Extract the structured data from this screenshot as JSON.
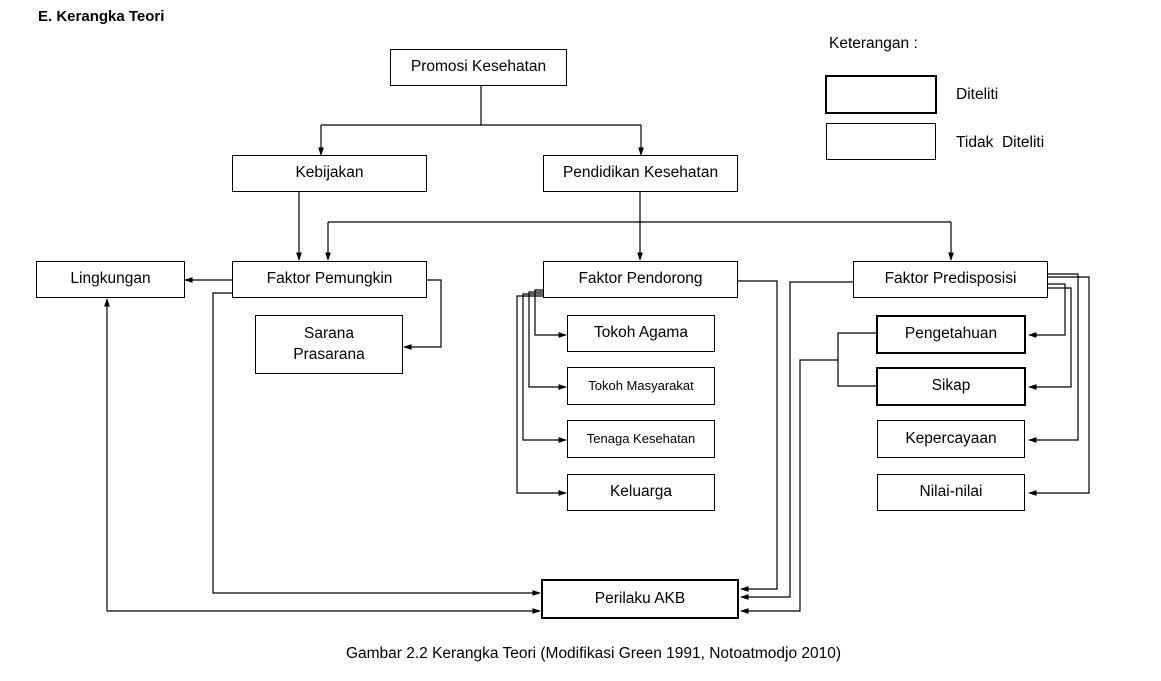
{
  "heading": "E. Kerangka Teori",
  "legend": {
    "title": "Keterangan :",
    "researched": "Diteliti",
    "not_researched": "Tidak  Diteliti"
  },
  "nodes": {
    "promosi": "Promosi Kesehatan",
    "kebijakan": "Kebijakan",
    "pendidikan": "Pendidikan Kesehatan",
    "lingkungan": "Lingkungan",
    "pemungkin": "Faktor Pemungkin",
    "sarana_line1": "Sarana",
    "sarana_line2": "Prasarana",
    "pendorong": "Faktor Pendorong",
    "tokoh_agama": "Tokoh Agama",
    "tokoh_masyarakat": "Tokoh Masyarakat",
    "tenaga_kesehatan": "Tenaga Kesehatan",
    "keluarga": "Keluarga",
    "predisposisi": "Faktor Predisposisi",
    "pengetahuan": "Pengetahuan",
    "sikap": "Sikap",
    "kepercayaan": "Kepercayaan",
    "nilai": "Nilai-nilai",
    "perilaku": "Perilaku AKB"
  },
  "caption": "Gambar 2.2 Kerangka Teori (Modifikasi Green 1991, Notoatmodjo 2010)"
}
